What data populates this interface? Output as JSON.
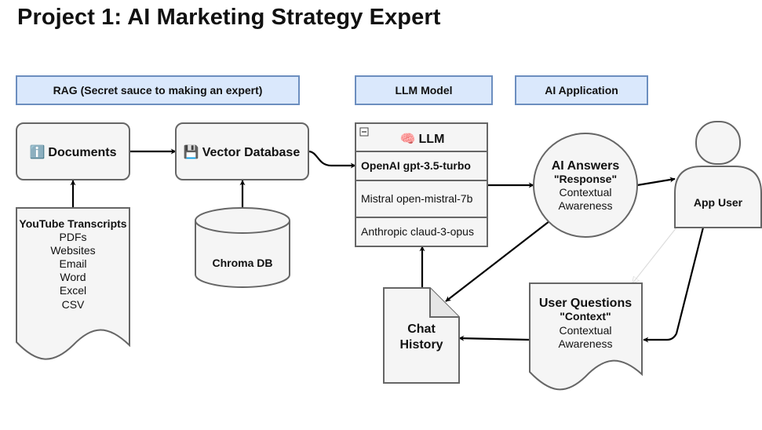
{
  "title": "Project 1: AI Marketing Strategy Expert",
  "headers": {
    "rag": "RAG (Secret sauce to making an expert)",
    "llm_model": "LLM Model",
    "ai_application": "AI Application"
  },
  "nodes": {
    "documents": {
      "icon": "ℹ️",
      "label": "Documents"
    },
    "vector_db": {
      "icon": "💾",
      "label": "Vector Database"
    },
    "sources": {
      "title": "YouTube Transcripts",
      "items": [
        "PDFs",
        "Websites",
        "Email",
        "Word",
        "Excel",
        "CSV"
      ]
    },
    "chroma": {
      "label": "Chroma DB"
    },
    "llm": {
      "collapse": "−",
      "icon": "🧠",
      "label": "LLM",
      "models": [
        "OpenAI gpt-3.5-turbo",
        "Mistral open-mistral-7b",
        "Anthropic claud-3-opus"
      ]
    },
    "answers": {
      "line1": "AI Answers",
      "line2": "\"Response\"",
      "line3": "Contextual",
      "line4": "Awareness"
    },
    "app_user": {
      "label": "App User"
    },
    "questions": {
      "line1": "User Questions",
      "line2": "\"Context\"",
      "line3": "Contextual",
      "line4": "Awareness"
    },
    "chat_history": {
      "line1": "Chat",
      "line2": "History"
    }
  },
  "colors": {
    "header_fill": "#dae8fc",
    "header_stroke": "#6c8ebf",
    "node_fill": "#f5f5f5",
    "node_stroke": "#666666"
  }
}
